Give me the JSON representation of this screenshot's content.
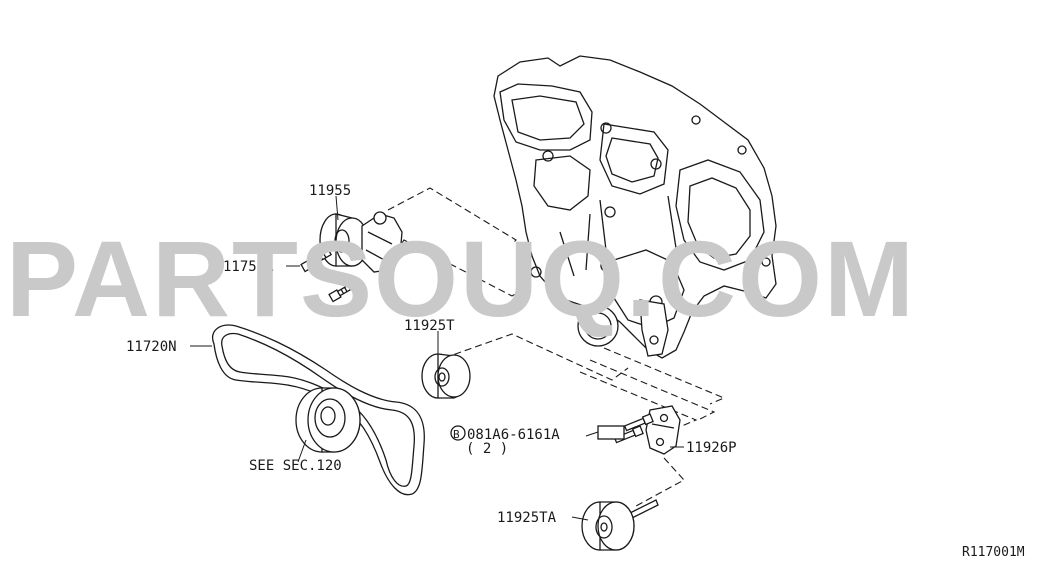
{
  "diagram": {
    "watermark": "PARTSOUQ.COM",
    "figure_code": "R117001M",
    "labels": {
      "tensioner": "11955",
      "tensioner_bolt": "11750A",
      "belt": "11720N",
      "see_section": "SEE SEC.120",
      "idler_upper": "11925T",
      "bolt_part": "081A6-6161A",
      "bolt_symbol": "B",
      "bolt_qty": "( 2 )",
      "bracket": "11926P",
      "idler_lower": "11925TA"
    }
  }
}
